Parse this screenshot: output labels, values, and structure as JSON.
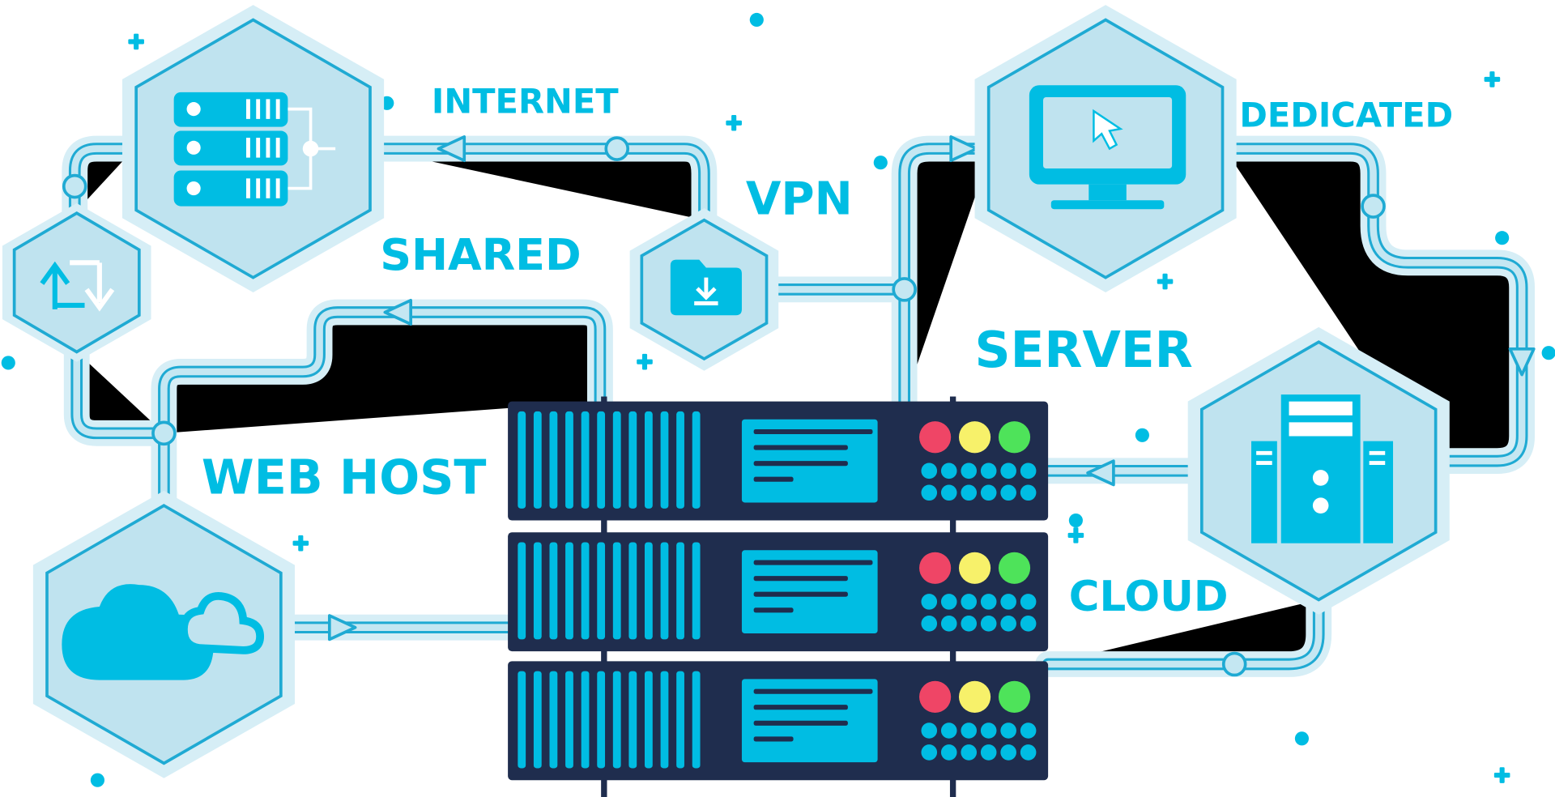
{
  "labels": {
    "internet": "INTERNET",
    "vpn": "VPN",
    "dedicated": "DEDICATED",
    "shared": "SHARED",
    "server": "SERVER",
    "web_host": "WEB HOST",
    "cloud": "CLOUD"
  },
  "colors": {
    "accent": "#00bde3",
    "rack": "#1f2d4e",
    "hex_fill": "#bfe3ef",
    "led_red": "#ef4566",
    "led_yellow": "#f7f16a",
    "led_green": "#4ee35a"
  },
  "icons": [
    "server-stack-icon",
    "sync-arrows-icon",
    "folder-download-icon",
    "monitor-cursor-icon",
    "tower-server-icon",
    "cloud-icon",
    "server-rack"
  ]
}
